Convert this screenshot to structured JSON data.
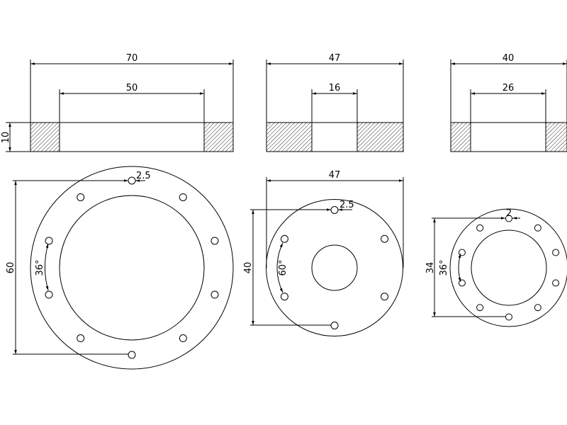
{
  "parts": [
    {
      "outer_dia": "70",
      "inner_dia": "50",
      "thickness": "10",
      "bolt_circle": "60",
      "hole_dia": "2.5",
      "angle": "36°",
      "holes": 10
    },
    {
      "outer_dia": "47",
      "inner_dia": "16",
      "bolt_circle": "40",
      "hole_dia": "2.5",
      "angle": "60°",
      "plan_outer": "47",
      "holes": 6
    },
    {
      "outer_dia": "40",
      "inner_dia": "26",
      "bolt_circle": "34",
      "hole_dia": "2",
      "angle": "36°",
      "holes": 10
    }
  ],
  "colors": {
    "line": "#000000",
    "background": "#ffffff"
  }
}
